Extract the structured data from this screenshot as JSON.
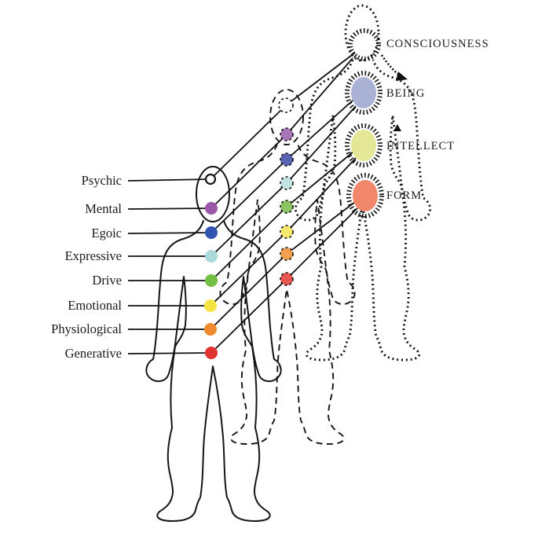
{
  "levels": [
    {
      "label": "Psychic",
      "dot_color": "#ffffff",
      "mid_color": "#ffffff",
      "maps_to": "CONSCIOUSNESS"
    },
    {
      "label": "Mental",
      "dot_color": "#9c57a9",
      "mid_color": "#a876b8",
      "maps_to": "CONSCIOUSNESS"
    },
    {
      "label": "Egoic",
      "dot_color": "#3353b0",
      "mid_color": "#5a62b2",
      "maps_to": "BEING"
    },
    {
      "label": "Expressive",
      "dot_color": "#a9d9da",
      "mid_color": "#c2e2e2",
      "maps_to": "BEING"
    },
    {
      "label": "Drive",
      "dot_color": "#72bf44",
      "mid_color": "#8bc563",
      "maps_to": "INTELLECT"
    },
    {
      "label": "Emotional",
      "dot_color": "#f5e243",
      "mid_color": "#f7e96e",
      "maps_to": "INTELLECT"
    },
    {
      "label": "Physiological",
      "dot_color": "#f18a2c",
      "mid_color": "#f2a04f",
      "maps_to": "FORM"
    },
    {
      "label": "Generative",
      "dot_color": "#e23131",
      "mid_color": "#e8564f",
      "maps_to": "FORM"
    }
  ],
  "planes": [
    {
      "label": "CONSCIOUSNESS",
      "fill": "#ffffff"
    },
    {
      "label": "BEING",
      "fill": "#a9b2d4"
    },
    {
      "label": "INTELLECT",
      "fill": "#e4e896"
    },
    {
      "label": "FORM",
      "fill": "#f0876a"
    }
  ],
  "line_color": "#111111",
  "outline_color": "#151515"
}
